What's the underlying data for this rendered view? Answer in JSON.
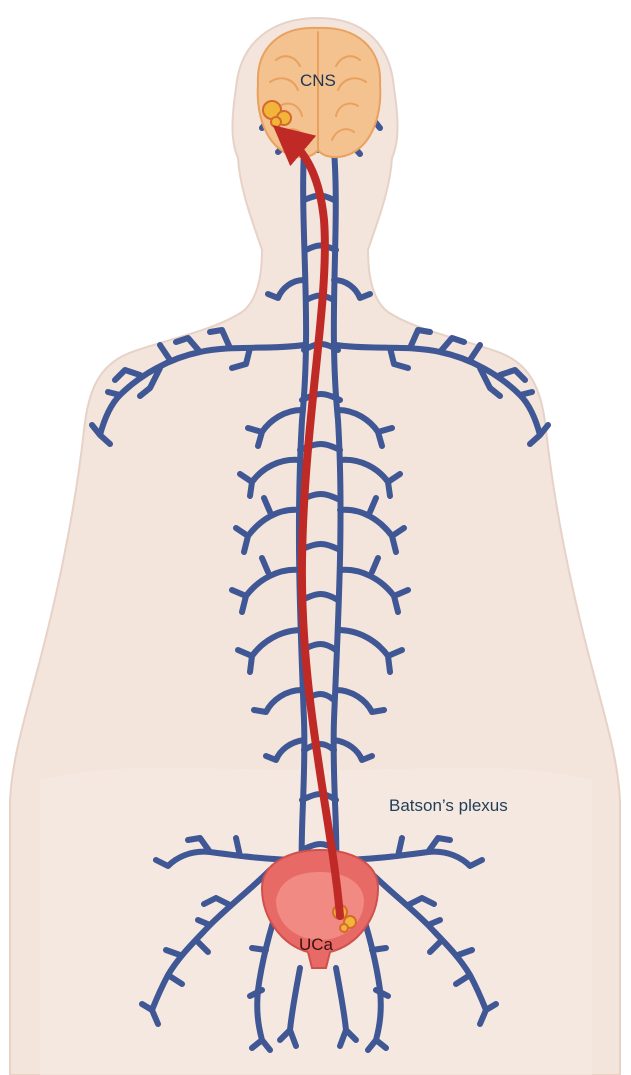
{
  "labels": {
    "brain": "CNS",
    "bladder": "UCa",
    "plexus": "Batson’s plexus"
  },
  "colors": {
    "skin": "#f3e4dc",
    "skin_edge": "#e7d2c7",
    "vein": "#3f5794",
    "arrow": "#c02a26",
    "brain": "#f4c28f",
    "brain_folds": "#e9a15f",
    "bladder_outer": "#e86a66",
    "bladder_inner": "#f08a82",
    "tumor": "#f1b53a"
  },
  "icons": {
    "brain": "brain-icon",
    "bladder": "bladder-icon",
    "tumor": "tumor-icon"
  }
}
